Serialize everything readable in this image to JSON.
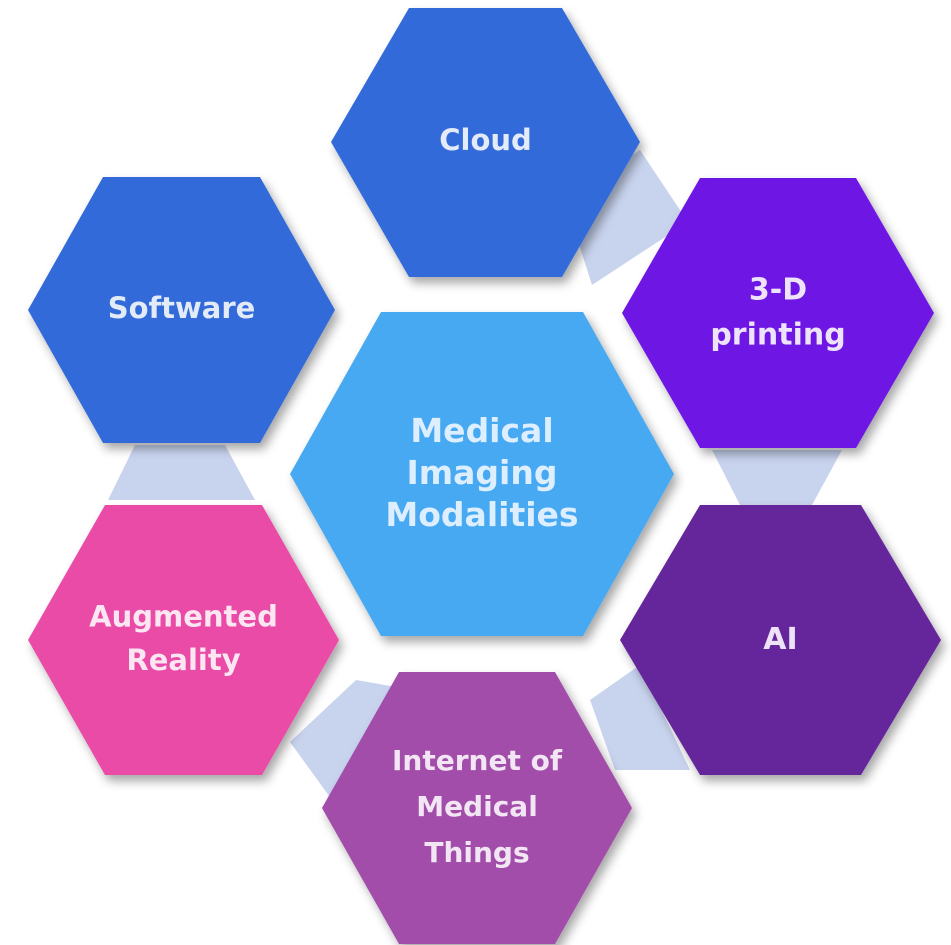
{
  "diagram": {
    "center": {
      "lines": [
        "Medical",
        "Imaging",
        "Modalities"
      ],
      "color": "#47A9F1",
      "text_color": "#DDEEFF"
    },
    "nodes": [
      {
        "id": "cloud",
        "lines": [
          "Cloud"
        ],
        "color": "#316BD9",
        "text_color": "#E3EAF8"
      },
      {
        "id": "software",
        "lines": [
          "Software"
        ],
        "color": "#316BD9",
        "text_color": "#E3EAF8"
      },
      {
        "id": "3d-printing",
        "lines": [
          "3-D",
          "printing"
        ],
        "color": "#6E18E3",
        "text_color": "#EDE3FB"
      },
      {
        "id": "ai",
        "lines": [
          "AI"
        ],
        "color": "#65269C",
        "text_color": "#EDE3F6"
      },
      {
        "id": "augmented-reality",
        "lines": [
          "Augmented",
          "Reality"
        ],
        "color": "#EA4CA7",
        "text_color": "#FCE6F2"
      },
      {
        "id": "internet-of-medical-things",
        "lines": [
          "Internet of",
          "Medical",
          "Things"
        ],
        "color": "#A24DAA",
        "text_color": "#F3E6F4"
      }
    ],
    "connector_color": "#C8D3EE"
  }
}
